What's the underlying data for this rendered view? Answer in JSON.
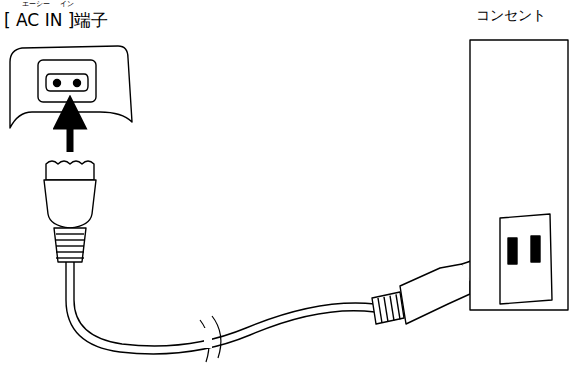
{
  "diagram": {
    "labels": [
      "エーシー",
      "イン",
      "[ AC IN ]端子",
      "コンセント"
    ]
  }
}
